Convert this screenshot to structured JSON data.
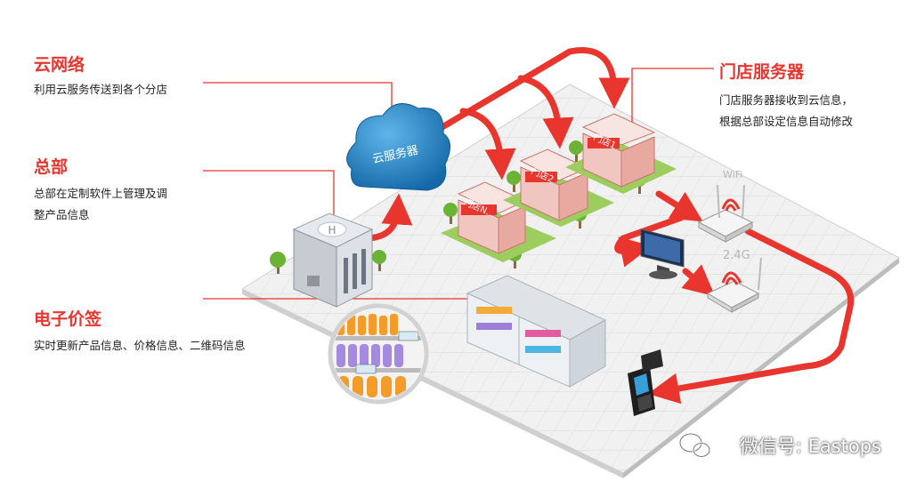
{
  "labels": {
    "cloud": {
      "title": "云网络",
      "desc": "利用云服务传送到各个分店"
    },
    "hq": {
      "title": "总部",
      "desc_line1": "总部在定制软件上管理及调",
      "desc_line2": "整产品信息"
    },
    "esl": {
      "title": "电子价签",
      "desc": "实时更新产品信息、价格信息、二维码信息"
    },
    "store_server": {
      "title": "门店服务器",
      "desc_line1": "门店服务器接收到云信息，",
      "desc_line2": "根据总部设定信息自动修改"
    }
  },
  "diagram": {
    "cloud_text": "云服务器",
    "store_signs": [
      "门店1",
      "门店2",
      "门店N..."
    ],
    "wifi_text": "WiFi",
    "band_text": "2.4G",
    "helipad_text": "H"
  },
  "watermark": {
    "icon": "wechat-icon",
    "text": "微信号: Eastops"
  },
  "colors": {
    "accent": "#e8352e",
    "cloud": "#1a7fc1",
    "platform": "#eeeeee"
  }
}
